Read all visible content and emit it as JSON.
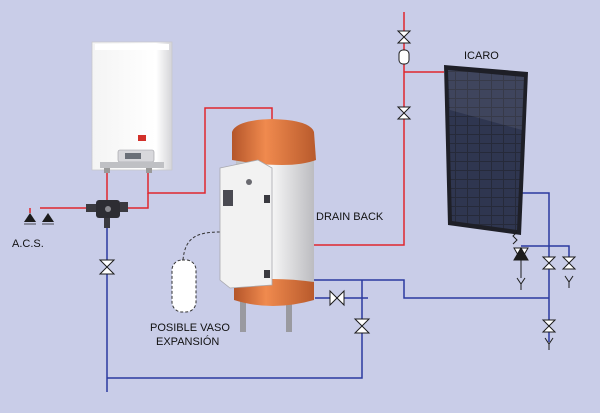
{
  "labels": {
    "panel": "ICARO",
    "drain_back": "DRAIN BACK",
    "acs": "A.C.S.",
    "vaso_line1": "POSIBLE VASO",
    "vaso_line2": "EXPANSIÓN"
  },
  "colors": {
    "background": "#c9cde8",
    "hot_pipe": "#e0262e",
    "cold_pipe": "#2a3aa0",
    "tank_body": "#e9e9e9",
    "tank_cap": "#d8703a",
    "panel_frame": "#1e1f27"
  },
  "icons": [
    "boiler-icon",
    "storage-tank-icon",
    "solar-panel-icon",
    "expansion-vessel-icon",
    "valve-icon",
    "shower-icon"
  ]
}
